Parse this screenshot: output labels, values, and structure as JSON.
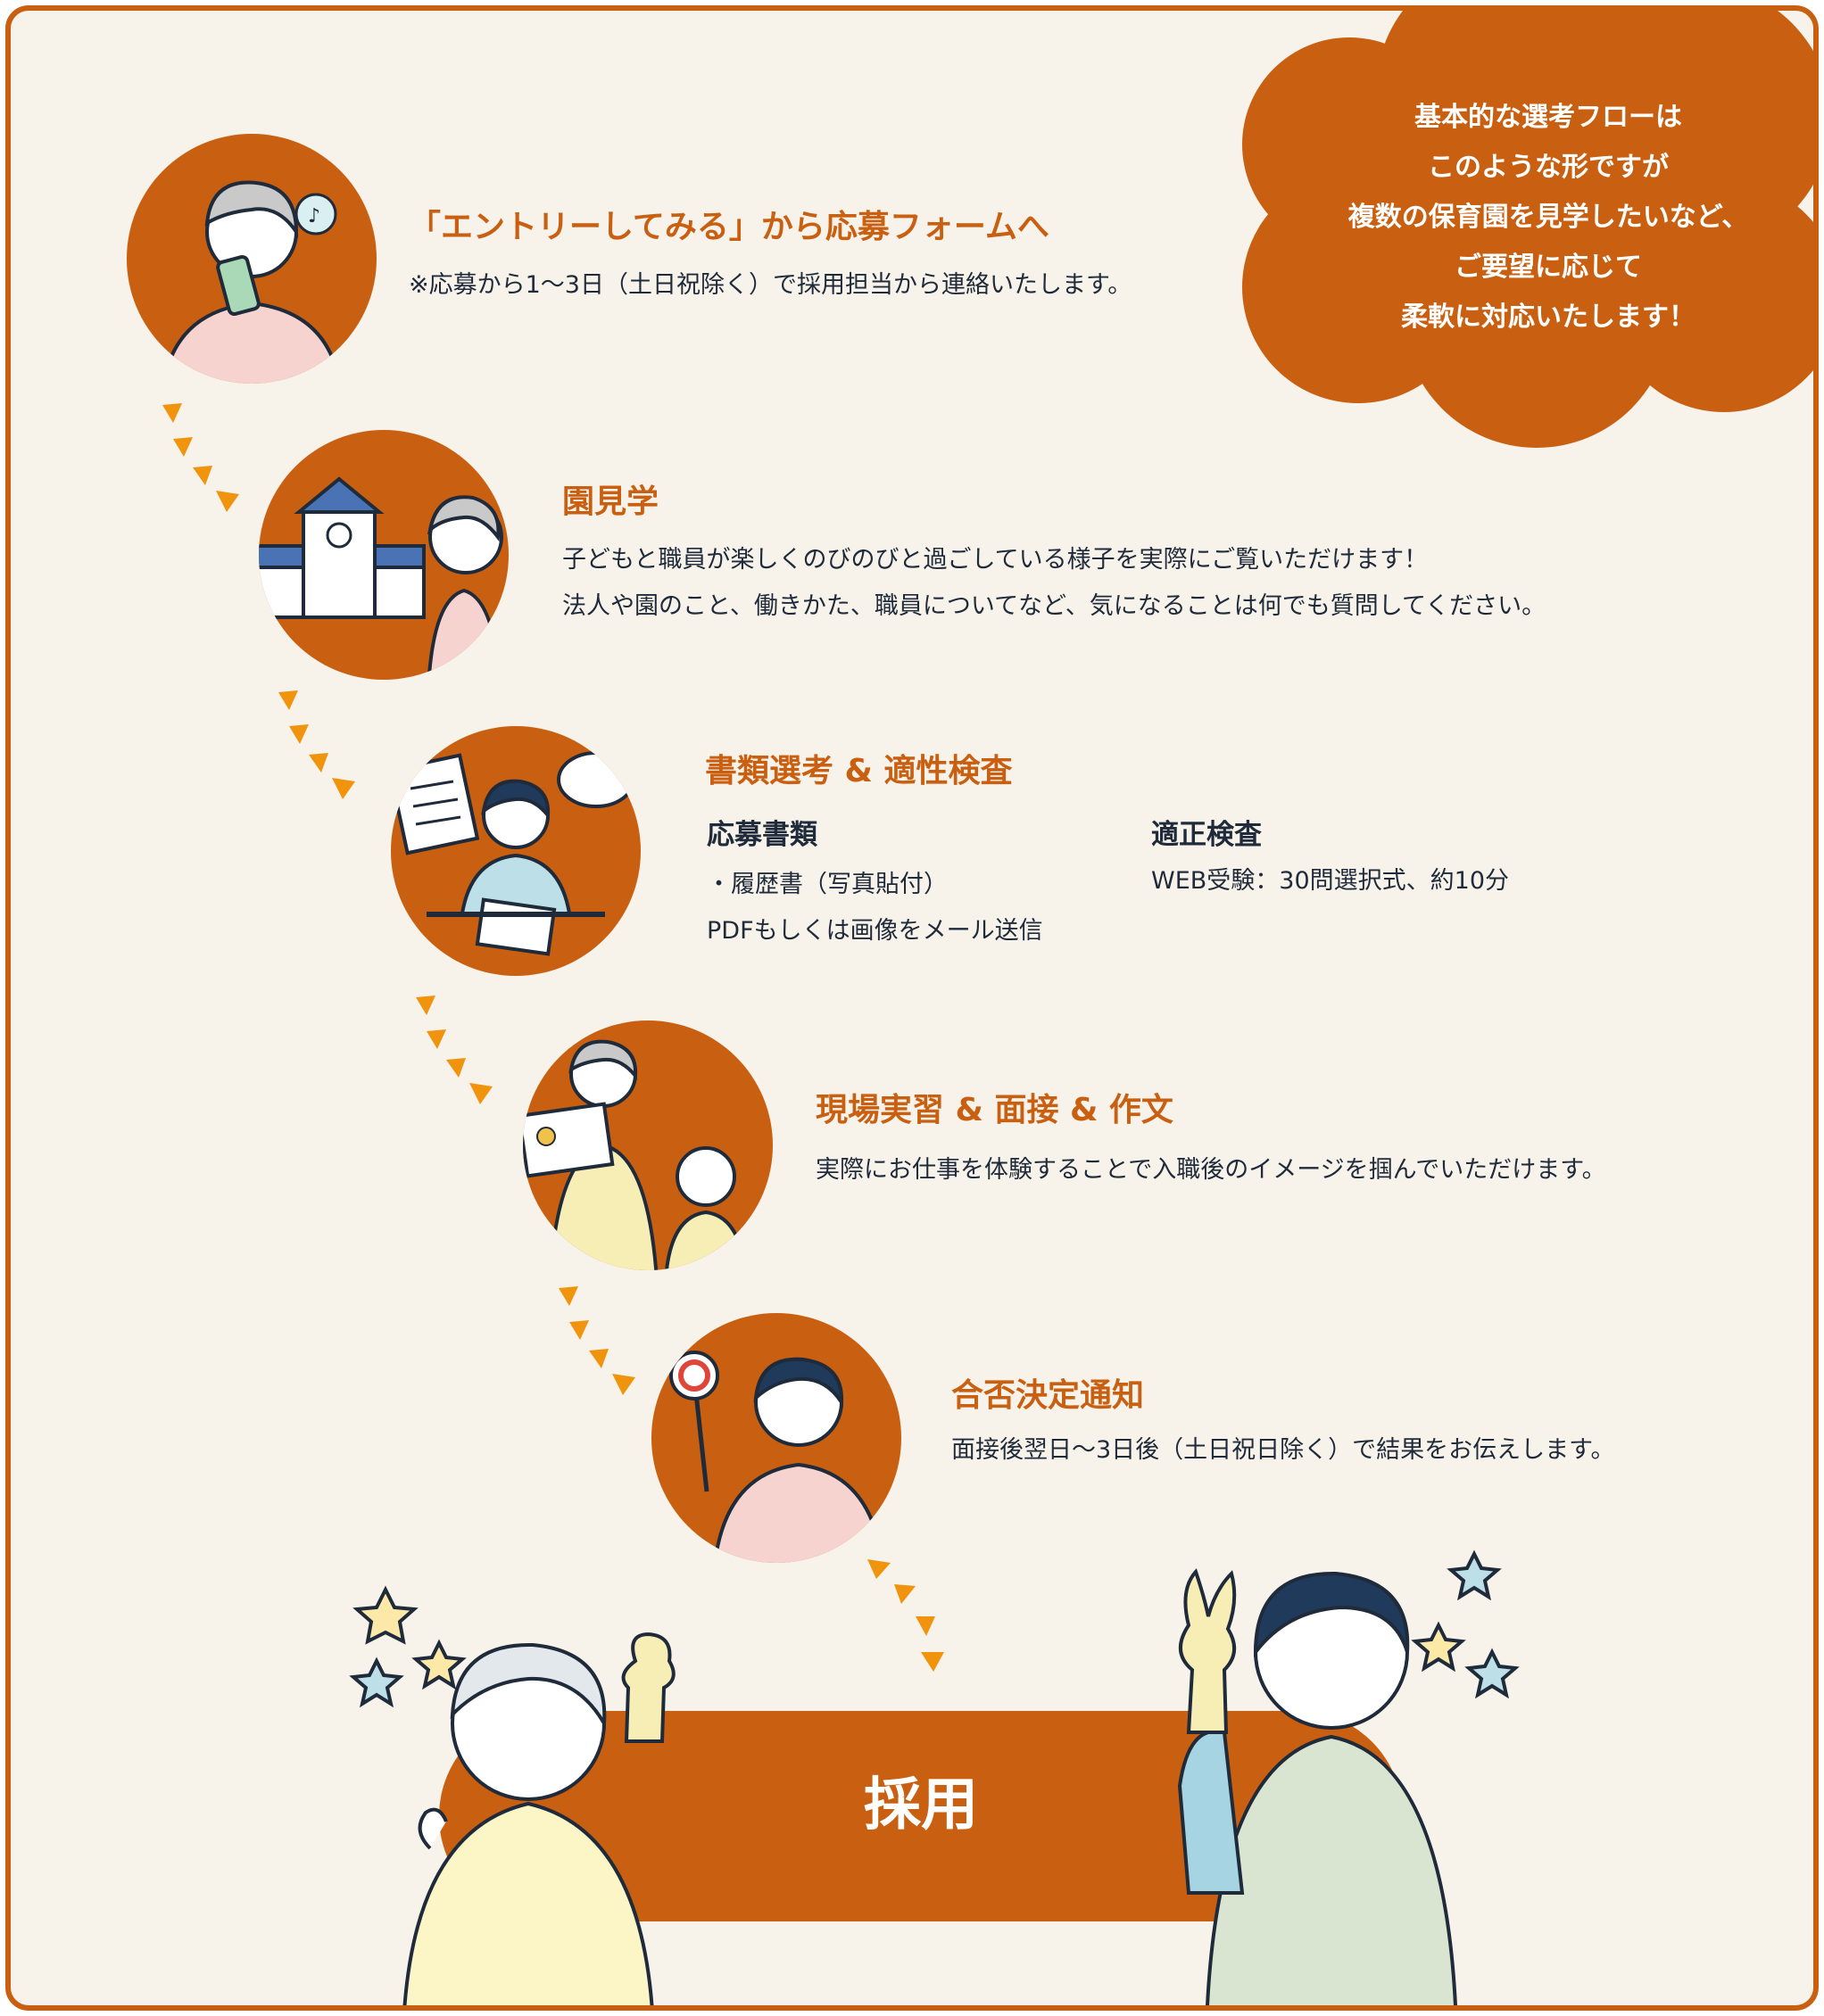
{
  "bubble": {
    "lines": [
      "基本的な選考フローは",
      "このような形ですが",
      "複数の保育園を見学したいなど、",
      "ご要望に応じて",
      "柔軟に対応いたします！"
    ]
  },
  "steps": [
    {
      "title": "「エントリーしてみる」から応募フォームへ",
      "desc": [
        "※応募から1〜3日（土日祝除く）で採用担当から連絡いたします。"
      ]
    },
    {
      "title": "園見学",
      "desc": [
        "子どもと職員が楽しくのびのびと過ごしている様子を実際にご覧いただけます！",
        "法人や園のこと、働きかた、職員についてなど、気になることは何でも質問してください。"
      ]
    },
    {
      "title": "書類選考 & 適性検査",
      "columns": [
        {
          "heading": "応募書類",
          "lines": [
            "・履歴書（写真貼付）",
            "PDFもしくは画像をメール送信"
          ]
        },
        {
          "heading": "適正検査",
          "lines": [
            "WEB受験：30問選択式、約10分"
          ]
        }
      ]
    },
    {
      "title": "現場実習 & 面接 & 作文",
      "desc": [
        "実際にお仕事を体験することで入職後のイメージを掴んでいただけます。"
      ]
    },
    {
      "title": "合否決定通知",
      "desc": [
        "面接後翌日〜3日後（土日祝日除く）で結果をお伝えします。"
      ]
    }
  ],
  "final": {
    "label": "採用"
  },
  "colors": {
    "accent": "#c95f10",
    "arrow": "#f0940d",
    "background": "#f7f2ea",
    "text": "#1f2b3a"
  }
}
